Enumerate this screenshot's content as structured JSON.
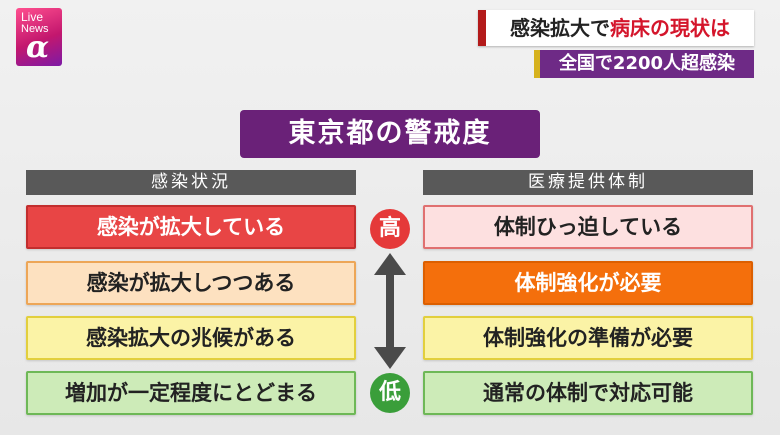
{
  "logo": {
    "line1": "Live",
    "line2": "News",
    "symbol": "α"
  },
  "caption": {
    "line1_black_a": "感染拡大で",
    "line1_red": "病床の現状は",
    "line2": "全国で2200人超感染"
  },
  "main_title": "東京都の警戒度",
  "left_column": {
    "header": "感染状況",
    "items": [
      {
        "label": "感染が拡大している",
        "bg": "#e84545",
        "border": "#c22e2e",
        "text_color": "#ffffff"
      },
      {
        "label": "感染が拡大しつつある",
        "bg": "#fde1c0",
        "border": "#eda657",
        "text_color": "#222222"
      },
      {
        "label": "感染拡大の兆候がある",
        "bg": "#fbf3a6",
        "border": "#e2cf3d",
        "text_color": "#222222"
      },
      {
        "label": "増加が一定程度にとどまる",
        "bg": "#cdebb8",
        "border": "#6eb857",
        "text_color": "#222222"
      }
    ]
  },
  "right_column": {
    "header": "医療提供体制",
    "items": [
      {
        "label": "体制ひっ迫している",
        "bg": "#fde0e0",
        "border": "#e07070",
        "text_color": "#222222"
      },
      {
        "label": "体制強化が必要",
        "bg": "#f46f0c",
        "border": "#dc5f00",
        "text_color": "#ffffff"
      },
      {
        "label": "体制強化の準備が必要",
        "bg": "#fbf3a6",
        "border": "#e2cf3d",
        "text_color": "#222222"
      },
      {
        "label": "通常の体制で対応可能",
        "bg": "#cdebb8",
        "border": "#6eb857",
        "text_color": "#222222"
      }
    ]
  },
  "scale": {
    "high_label": "高",
    "low_label": "低",
    "high_color": "#e53939",
    "low_color": "#3a9e3a"
  }
}
